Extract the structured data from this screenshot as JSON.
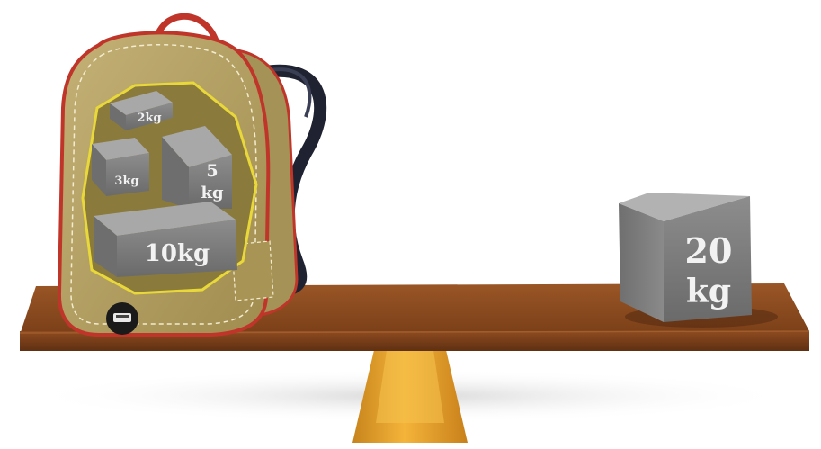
{
  "scene": {
    "backpack": {
      "weights": [
        {
          "label": "2kg"
        },
        {
          "label": "3kg"
        },
        {
          "line1": "5",
          "line2": "kg"
        },
        {
          "label": "10kg"
        }
      ]
    },
    "right_weight": {
      "line1": "20",
      "line2": "kg"
    }
  },
  "colors": {
    "plank": "#8a4a1f",
    "plank_edge": "#5f3012",
    "fulcrum": "#e9a326",
    "backpack_body": "#b7a369",
    "backpack_trim": "#c0352a",
    "inner_pocket": "#8a7a3c",
    "weight_gray": "#7c7c7c"
  }
}
